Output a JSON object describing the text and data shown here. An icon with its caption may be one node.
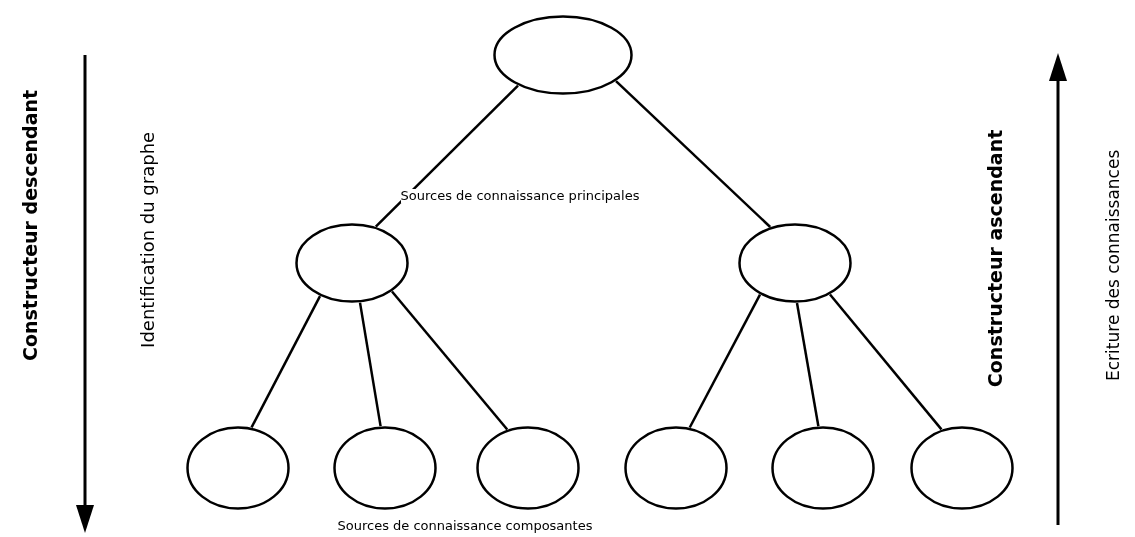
{
  "diagram": {
    "nodes": [
      {
        "text": [],
        "shape": "ellipse"
      },
      {
        "text": [],
        "shape": "ellipse"
      },
      {
        "text": [],
        "shape": "ellipse"
      },
      {
        "text": [],
        "shape": "ellipse"
      },
      {
        "text": [],
        "shape": "ellipse"
      },
      {
        "text": [],
        "shape": "ellipse"
      },
      {
        "text": [],
        "shape": "ellipse"
      },
      {
        "text": [],
        "shape": "ellipse"
      },
      {
        "text": [],
        "shape": "ellipse"
      }
    ],
    "edges": [
      {
        "from": 0,
        "to": 1,
        "arrow": "none"
      },
      {
        "from": 0,
        "to": 2,
        "arrow": "none"
      },
      {
        "from": 1,
        "to": 3,
        "arrow": "none"
      },
      {
        "from": 1,
        "to": 4,
        "arrow": "none"
      },
      {
        "from": 1,
        "to": 5,
        "arrow": "none"
      },
      {
        "from": 2,
        "to": 6,
        "arrow": "none"
      },
      {
        "from": 2,
        "to": 7,
        "arrow": "none"
      },
      {
        "from": 2,
        "to": 8,
        "arrow": "none"
      }
    ],
    "labels": [
      "Constructeur descendant",
      "Identification du graphe",
      "Sources de connaissance principales",
      "Constructeur ascendant",
      "Ecriture des connaissances",
      "Sources de connaissance composantes"
    ]
  }
}
